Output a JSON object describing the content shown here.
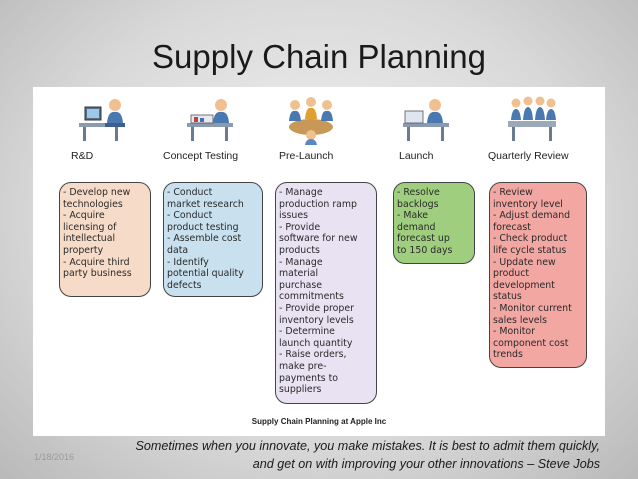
{
  "slide": {
    "title": "Supply Chain Planning",
    "date": "1/18/2016",
    "quote_line1": "Sometimes when you innovate, you make mistakes. It is best to admit them quickly,",
    "quote_line2": "and get on with improving your other innovations – Steve Jobs"
  },
  "diagram": {
    "caption": "Supply Chain Planning at Apple Inc",
    "stages": [
      {
        "label": "R&D",
        "icon": "researcher-at-desk-icon",
        "color": "#f6dcc8",
        "lines": [
          "- Develop new",
          "technologies",
          "- Acquire",
          "licensing of",
          "intellectual",
          "property",
          "- Acquire third",
          "party business"
        ]
      },
      {
        "label": "Concept Testing",
        "icon": "worker-with-chart-icon",
        "color": "#c9e1ef",
        "lines": [
          "- Conduct",
          "market research",
          "- Conduct",
          "product testing",
          "- Assemble cost",
          "data",
          "- Identify",
          "potential quality",
          "defects"
        ]
      },
      {
        "label": "Pre-Launch",
        "icon": "team-meeting-icon",
        "color": "#e8e2f2",
        "lines": [
          "- Manage",
          "production ramp",
          "issues",
          "- Provide",
          "software for new",
          "products",
          "- Manage",
          "material",
          "purchase",
          "commitments",
          "- Provide proper",
          "inventory levels",
          "- Determine",
          "launch quantity",
          "- Raise orders,",
          "make pre-",
          "payments to",
          "suppliers"
        ]
      },
      {
        "label": "Launch",
        "icon": "presenter-icon",
        "color": "#9fcf7e",
        "lines": [
          "- Resolve",
          "backlogs",
          "- Make",
          "demand",
          "forecast up",
          "to 150 days"
        ]
      },
      {
        "label": "Quarterly Review",
        "icon": "boardroom-icon",
        "color": "#f2a7a3",
        "lines": [
          "- Review",
          "inventory level",
          "- Adjust demand",
          "forecast",
          "- Check product",
          "life cycle status",
          "- Update new",
          "product",
          "development",
          "status",
          "- Monitor current",
          "sales levels",
          "- Monitor",
          "component cost",
          "trends"
        ]
      }
    ]
  }
}
